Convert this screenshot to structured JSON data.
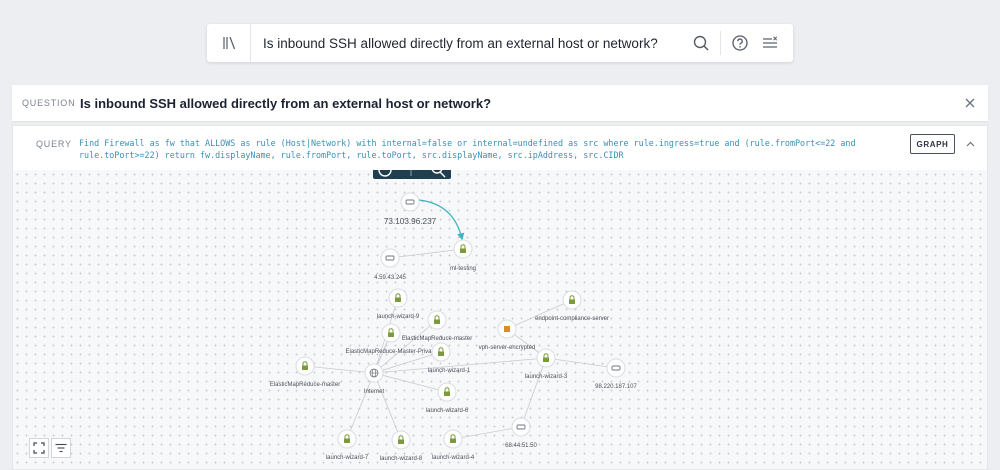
{
  "search": {
    "query": "Is inbound SSH allowed directly from an external host or network?"
  },
  "question": {
    "label": "QUESTION",
    "text": "Is inbound SSH allowed directly from an external host or network?"
  },
  "query": {
    "label": "QUERY",
    "code": "Find Firewall as fw that ALLOWS as rule (Host|Network) with internal=false or internal=undefined as src where rule.ingress=true and (rule.fromPort<=22 and rule.toPort>=22) return fw.displayName, rule.fromPort, rule.toPort, src.displayName, src.ipAddress, src.CIDR",
    "graph_button": "GRAPH"
  },
  "graph": {
    "nodes": [
      {
        "label": "73.103.96.237",
        "kind": "host"
      },
      {
        "label": "ml-testing",
        "kind": "firewall"
      },
      {
        "label": "4.59.43.245",
        "kind": "host"
      },
      {
        "label": "launch-wizard-9",
        "kind": "firewall"
      },
      {
        "label": "endpoint-compliance-server",
        "kind": "firewall"
      },
      {
        "label": "ElasticMapReduce-master",
        "kind": "firewall"
      },
      {
        "label": "vpn-server-encrypted",
        "kind": "firewall-alert"
      },
      {
        "label": "ElasticMapReduce-Master-Private",
        "kind": "firewall"
      },
      {
        "label": "ElasticMapReduce-master",
        "kind": "firewall"
      },
      {
        "label": "launch-wizard-3",
        "kind": "firewall"
      },
      {
        "label": "98.220.187.107",
        "kind": "host"
      },
      {
        "label": "launch-wizard-1",
        "kind": "firewall"
      },
      {
        "label": "Internet",
        "kind": "internet"
      },
      {
        "label": "launch-wizard-6",
        "kind": "firewall"
      },
      {
        "label": "68.44.51.50",
        "kind": "host"
      },
      {
        "label": "launch-wizard-7",
        "kind": "firewall"
      },
      {
        "label": "launch-wizard-8",
        "kind": "firewall"
      },
      {
        "label": "launch-wizard-4",
        "kind": "firewall"
      }
    ]
  },
  "colors": {
    "lock": "#7a9a3c",
    "alert": "#e08a2c",
    "highlight_edge": "#3bb3c3",
    "toolbar": "#1f3f4f"
  }
}
